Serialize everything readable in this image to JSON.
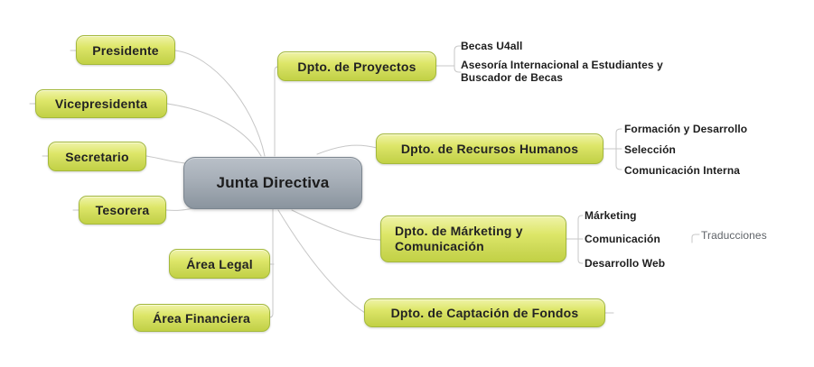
{
  "diagram": {
    "title": "Junta Directiva",
    "central": {
      "label": "Junta Directiva"
    },
    "left_branches": [
      {
        "label": "Presidente"
      },
      {
        "label": "Vicepresidenta"
      },
      {
        "label": "Secretario"
      },
      {
        "label": "Tesorera"
      },
      {
        "label": "Área Legal"
      },
      {
        "label": "Área Financiera"
      }
    ],
    "right_branches": [
      {
        "label": "Dpto. de Proyectos",
        "children": [
          {
            "label": "Becas U4all"
          },
          {
            "label": "Asesoría Internacional a Estudiantes y Buscador de Becas"
          }
        ]
      },
      {
        "label": "Dpto. de Recursos Humanos",
        "children": [
          {
            "label": "Formación y Desarrollo"
          },
          {
            "label": "Selección"
          },
          {
            "label": "Comunicación Interna"
          }
        ]
      },
      {
        "label": "Dpto. de Márketing y Comunicación",
        "children": [
          {
            "label": "Márketing"
          },
          {
            "label": "Comunicación",
            "children": [
              {
                "label": "Traducciones"
              }
            ]
          },
          {
            "label": "Desarrollo Web"
          }
        ]
      },
      {
        "label": "Dpto. de Captación de Fondos",
        "children": []
      }
    ],
    "palette": {
      "branch_fill_top": "#eff3a8",
      "branch_fill_bottom": "#c2d145",
      "branch_border": "#a4b93c",
      "central_fill_top": "#b9c0c8",
      "central_fill_bottom": "#8a949e",
      "central_border": "#7b858f",
      "connector": "#c7c7c7",
      "node_text": "#232323",
      "leaf_text": "#1d1d1d",
      "subleaf_text": "#5f6368",
      "background": "#ffffff"
    }
  }
}
